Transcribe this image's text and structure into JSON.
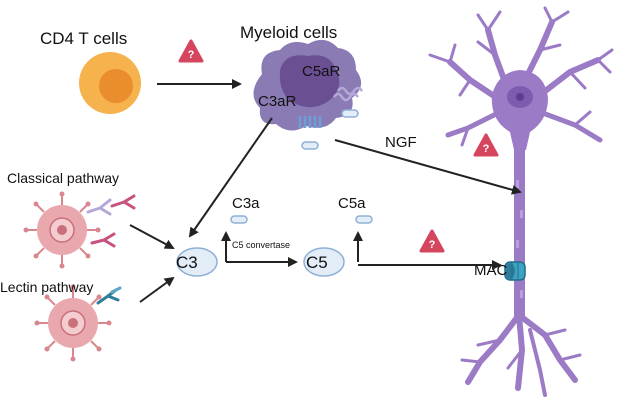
{
  "labels": {
    "cd4_t_cells": "CD4 T cells",
    "myeloid_cells": "Myeloid cells",
    "c5ar": "C5aR",
    "c3ar": "C3aR",
    "ngf": "NGF",
    "classical_pathway": "Classical pathway",
    "lectin_pathway": "Lectin pathway",
    "c3a": "C3a",
    "c5a": "C5a",
    "c3": "C3",
    "c5": "C5",
    "c5_convertase": "C5 convertase",
    "mac": "MAC"
  },
  "colors": {
    "t_cell_outer": "#f5b24d",
    "t_cell_inner": "#ea8d2c",
    "myeloid_body": "#8b7bb5",
    "myeloid_nucleus": "#6b4f93",
    "neuron": "#9c7bc6",
    "neuron_nucleus": "#5e3f8f",
    "pathogen": "#e9a8ad",
    "pathogen_spike": "#d9868e",
    "complement_fill": "#e3edf8",
    "complement_stroke": "#8fb0d6",
    "warning": "#d6455e",
    "arrow": "#222222",
    "pink_receptor": "#c8527f",
    "lilac_receptor": "#b5a7d6",
    "teal_receptor": "#2e7d9a",
    "mac_pore": "#3fa4c4"
  },
  "warning_symbol": "?",
  "icons": [
    "warning-triangle-icon",
    "t-cell-icon",
    "myeloid-cell-icon",
    "neuron-icon",
    "pathogen-icon",
    "c3-molecule-icon",
    "c5-molecule-icon",
    "mac-pore-icon"
  ]
}
